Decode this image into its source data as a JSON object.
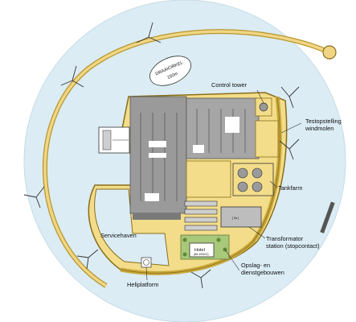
{
  "labels": {
    "draaicirkel": "DRAAICIRKEL",
    "radius": "150m",
    "control_tower": "Control tower",
    "testopstelling_1": "Testopstelling",
    "testopstelling_2": "windmolen",
    "tankfarm": "Tankfarm",
    "servicehaven": "Servicehaven",
    "transformator_1": "Transformator",
    "transformator_2": "station (stopcontact)",
    "hotel": "Hotel",
    "hotel_sub": "(85-100m2)",
    "opslag_1": "Opslag- en",
    "opslag_2": "dienstgebouwen",
    "heliplatform": "Heliplatform",
    "box_label": "[ 9a ]"
  },
  "colors": {
    "sea": "#dbecf4",
    "land": "#f3dd8a",
    "dike": "#c8a73a",
    "platform": "#9a9a9a",
    "platform_dark": "#7a7a7a",
    "green": "#a8c87a",
    "outline": "#333333"
  }
}
